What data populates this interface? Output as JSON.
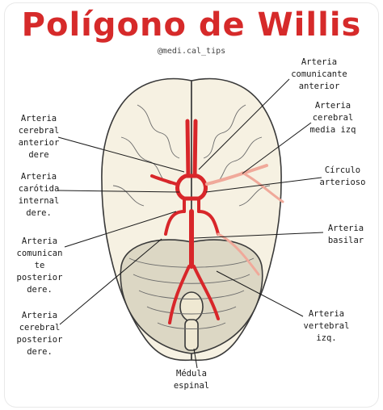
{
  "title": "Polígono de Willis",
  "handle": "@medi.cal_tips",
  "labels": {
    "ant_communicating": "Arteria\ncomunicante\nanterior",
    "mca_left": "Arteria\ncerebral\nmedia izq",
    "circulo": "Círculo\narterioso",
    "basilar": "Arteria\nbasilar",
    "vertebral_left": "Arteria\nvertebral\nizq.",
    "medula": "Médula\nespinal",
    "aca_right": "Arteria\ncerebral\nanterior\ndere",
    "carotid_right": "Arteria\ncarótida\ninternal\ndere.",
    "pcom_right": "Arteria\ncomunican\nte\nposterior\ndere.",
    "pca_right": "Arteria\ncerebral\nposterior\ndere."
  },
  "colors": {
    "title": "#d62a2a",
    "artery": "#d8262a",
    "artery_light": "#f0a99a",
    "brain_fill": "#f6f1e2",
    "brain_stroke": "#3a3a3a",
    "cerebellum": "#dcd7c4"
  }
}
